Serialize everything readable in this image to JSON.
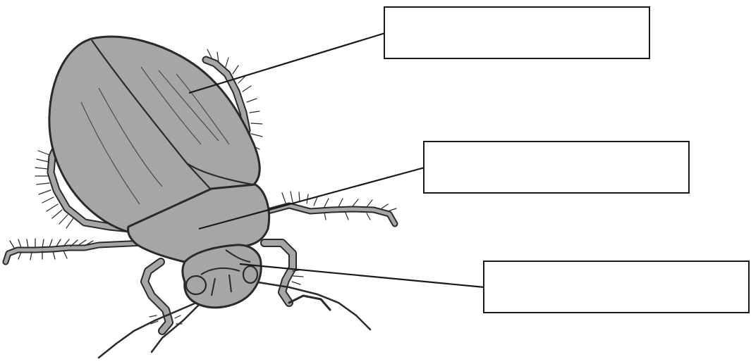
{
  "diagram": {
    "subject": "beetle",
    "colors": {
      "body_fill": "#a6a6a6",
      "outline": "#2a2a2a",
      "background": "#ffffff"
    },
    "labels": [
      {
        "id": "label-1",
        "part": "elytra",
        "text": ""
      },
      {
        "id": "label-2",
        "part": "pronotum",
        "text": ""
      },
      {
        "id": "label-3",
        "part": "head",
        "text": ""
      }
    ]
  }
}
